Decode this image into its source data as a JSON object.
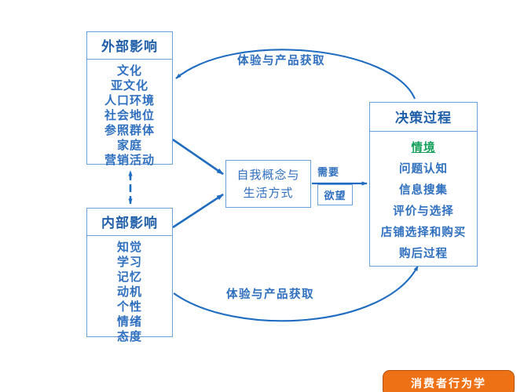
{
  "diagram": {
    "title": "消费者行为学",
    "external": {
      "title": "外部影响",
      "items": [
        "文化",
        "亚文化",
        "人口环境",
        "社会地位",
        "参照群体",
        "家庭",
        "营销活动"
      ]
    },
    "internal": {
      "title": "内部影响",
      "items": [
        "知觉",
        "学习",
        "记忆",
        "动机",
        "个性",
        "情绪",
        "态度"
      ]
    },
    "self_concept": {
      "line1": "自我概念与",
      "line2": "生活方式"
    },
    "need_label": "需要",
    "desire_label": "欲望",
    "decision": {
      "title": "决策过程",
      "situation": "情境",
      "items": [
        "问题认知",
        "信息搜集",
        "评价与选择",
        "店铺选择和购买",
        "购后过程"
      ]
    },
    "top_curve_label": "体验与产品获取",
    "bottom_curve_label": "体验与产品获取",
    "colors": {
      "box_border": "#6a9fd8",
      "text_blue": "#2f6fbf",
      "title_blue": "#1f5fa9",
      "arrow_blue": "#1f6cc0",
      "situation_green": "#12a05a",
      "badge_orange": "#ef7116",
      "badge_text": "#ffffff"
    }
  }
}
